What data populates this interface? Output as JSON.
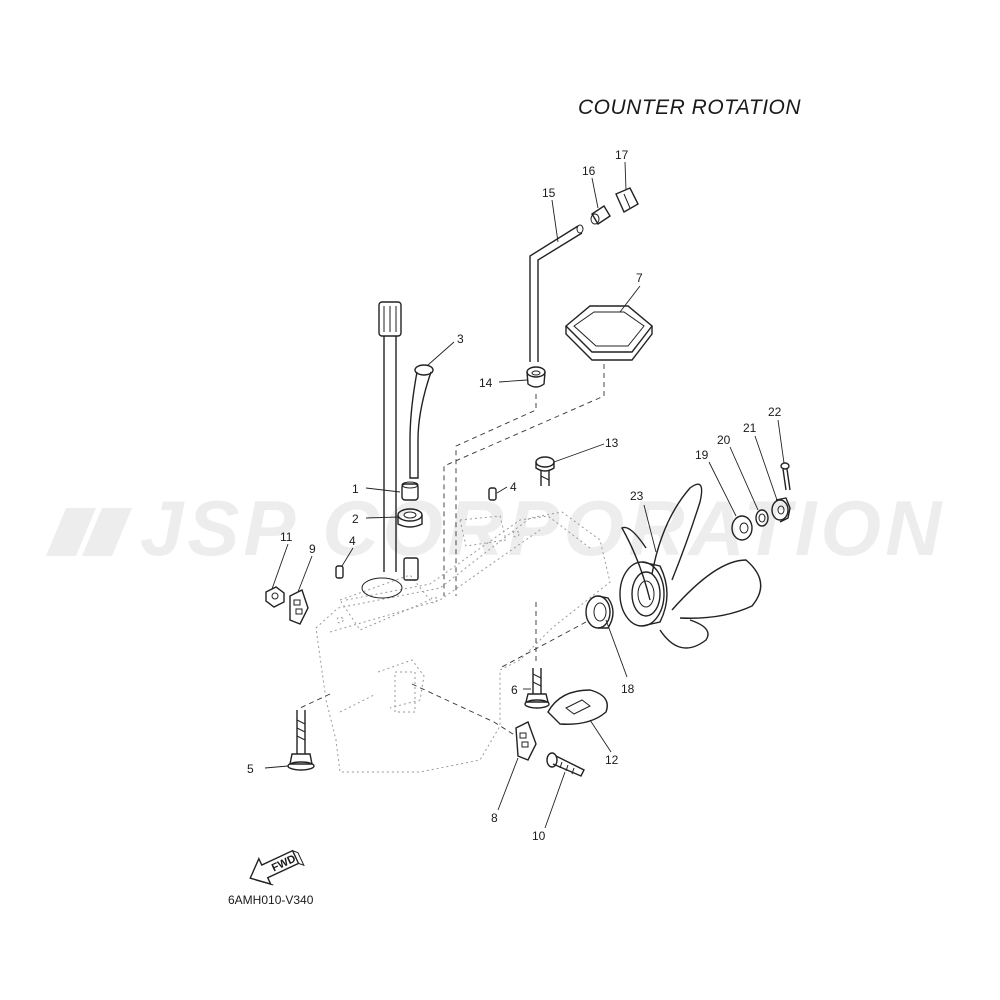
{
  "diagram": {
    "title": "COUNTER  ROTATION",
    "diagram_code": "6AMH010-V340",
    "fwd_label": "FWD",
    "watermark": "JSP CORPORATION"
  },
  "callouts": [
    {
      "id": "1",
      "label": "1"
    },
    {
      "id": "2",
      "label": "2"
    },
    {
      "id": "3",
      "label": "3"
    },
    {
      "id": "4a",
      "label": "4"
    },
    {
      "id": "4b",
      "label": "4"
    },
    {
      "id": "5",
      "label": "5"
    },
    {
      "id": "6",
      "label": "6"
    },
    {
      "id": "7",
      "label": "7"
    },
    {
      "id": "8",
      "label": "8"
    },
    {
      "id": "9",
      "label": "9"
    },
    {
      "id": "10",
      "label": "10"
    },
    {
      "id": "11",
      "label": "11"
    },
    {
      "id": "12",
      "label": "12"
    },
    {
      "id": "13",
      "label": "13"
    },
    {
      "id": "14",
      "label": "14"
    },
    {
      "id": "15",
      "label": "15"
    },
    {
      "id": "16",
      "label": "16"
    },
    {
      "id": "17",
      "label": "17"
    },
    {
      "id": "18",
      "label": "18"
    },
    {
      "id": "19",
      "label": "19"
    },
    {
      "id": "20",
      "label": "20"
    },
    {
      "id": "21",
      "label": "21"
    },
    {
      "id": "22",
      "label": "22"
    },
    {
      "id": "23",
      "label": "23"
    }
  ]
}
